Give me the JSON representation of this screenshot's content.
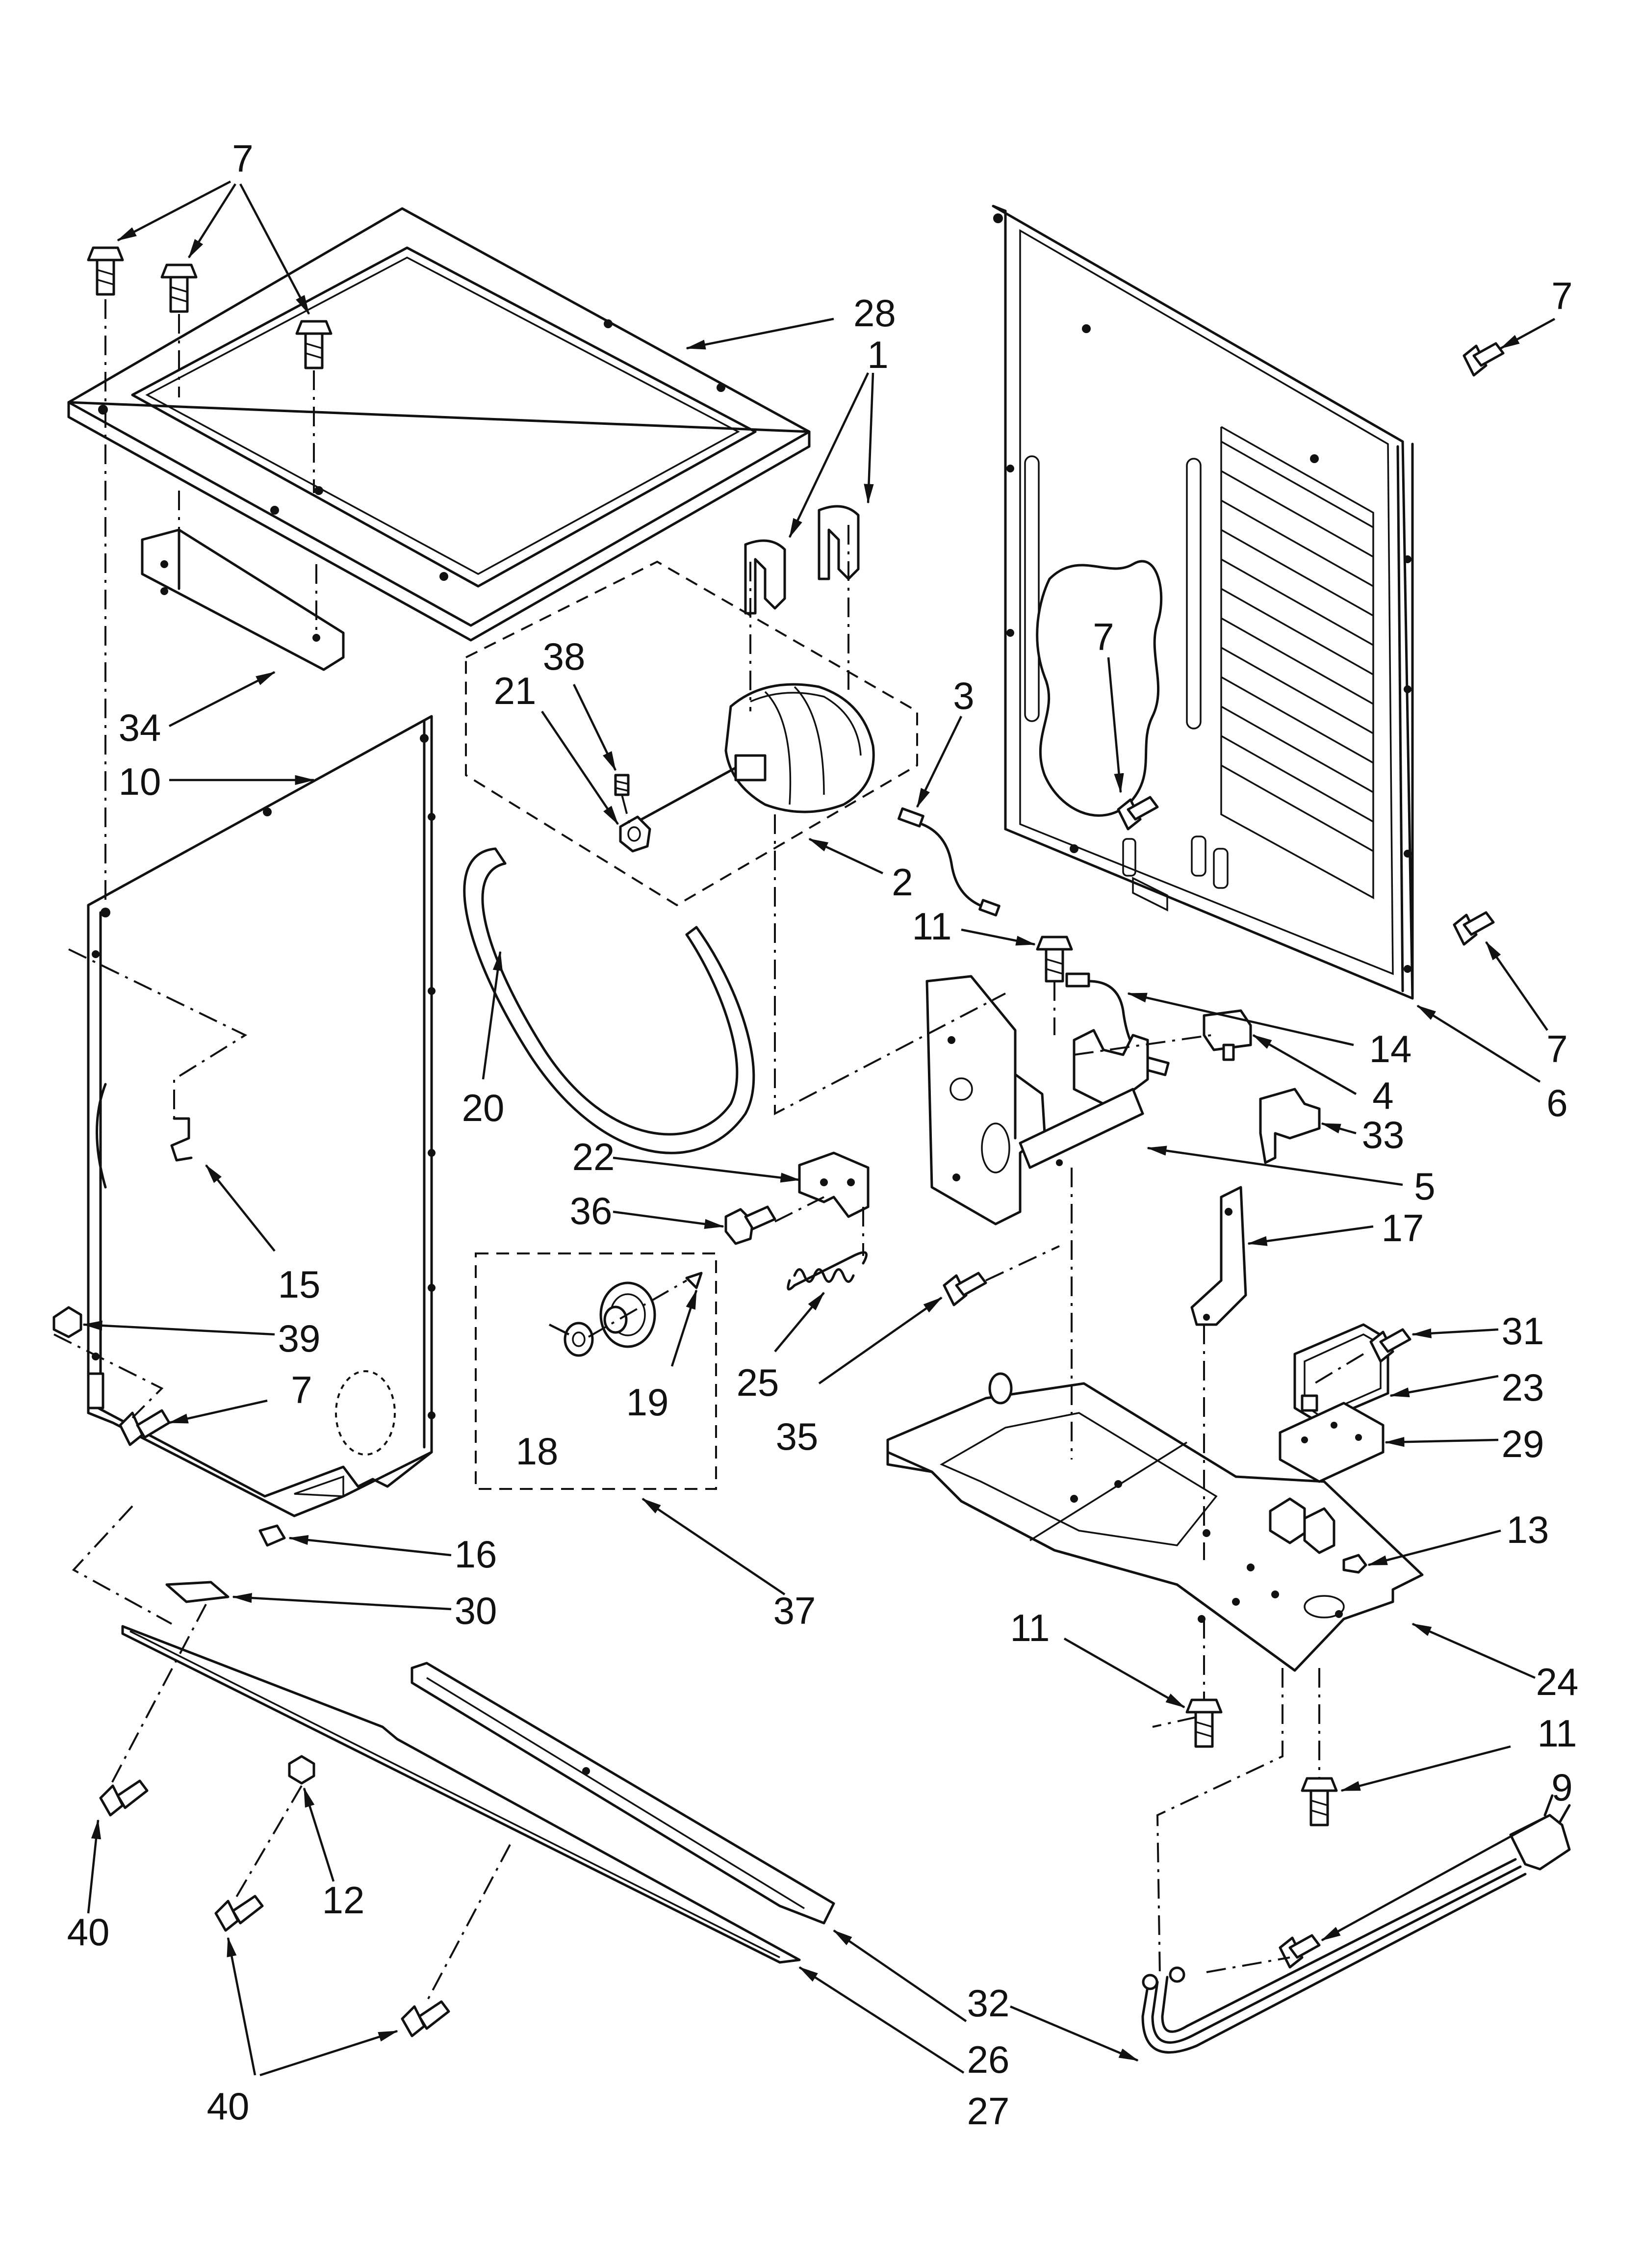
{
  "colors": {
    "ink": "#111111",
    "paper": "#ffffff"
  },
  "callouts": [
    {
      "id": "c1",
      "label": "1"
    },
    {
      "id": "c2",
      "label": "2"
    },
    {
      "id": "c3",
      "label": "3"
    },
    {
      "id": "c4",
      "label": "4"
    },
    {
      "id": "c5",
      "label": "5"
    },
    {
      "id": "c6",
      "label": "6"
    },
    {
      "id": "c7a",
      "label": "7"
    },
    {
      "id": "c7b",
      "label": "7"
    },
    {
      "id": "c7c",
      "label": "7"
    },
    {
      "id": "c7d",
      "label": "7"
    },
    {
      "id": "c7e",
      "label": "7"
    },
    {
      "id": "c9",
      "label": "9"
    },
    {
      "id": "c10",
      "label": "10"
    },
    {
      "id": "c11a",
      "label": "11"
    },
    {
      "id": "c11b",
      "label": "11"
    },
    {
      "id": "c11c",
      "label": "11"
    },
    {
      "id": "c12",
      "label": "12"
    },
    {
      "id": "c13",
      "label": "13"
    },
    {
      "id": "c14",
      "label": "14"
    },
    {
      "id": "c15",
      "label": "15"
    },
    {
      "id": "c16",
      "label": "16"
    },
    {
      "id": "c17",
      "label": "17"
    },
    {
      "id": "c18",
      "label": "18"
    },
    {
      "id": "c19",
      "label": "19"
    },
    {
      "id": "c20",
      "label": "20"
    },
    {
      "id": "c21",
      "label": "21"
    },
    {
      "id": "c22",
      "label": "22"
    },
    {
      "id": "c23",
      "label": "23"
    },
    {
      "id": "c24",
      "label": "24"
    },
    {
      "id": "c25",
      "label": "25"
    },
    {
      "id": "c26",
      "label": "26"
    },
    {
      "id": "c27",
      "label": "27"
    },
    {
      "id": "c28",
      "label": "28"
    },
    {
      "id": "c29",
      "label": "29"
    },
    {
      "id": "c30",
      "label": "30"
    },
    {
      "id": "c31",
      "label": "31"
    },
    {
      "id": "c32",
      "label": "32"
    },
    {
      "id": "c33",
      "label": "33"
    },
    {
      "id": "c34",
      "label": "34"
    },
    {
      "id": "c35",
      "label": "35"
    },
    {
      "id": "c36",
      "label": "36"
    },
    {
      "id": "c37",
      "label": "37"
    },
    {
      "id": "c38",
      "label": "38"
    },
    {
      "id": "c39",
      "label": "39"
    },
    {
      "id": "c40a",
      "label": "40"
    },
    {
      "id": "c40b",
      "label": "40"
    }
  ]
}
